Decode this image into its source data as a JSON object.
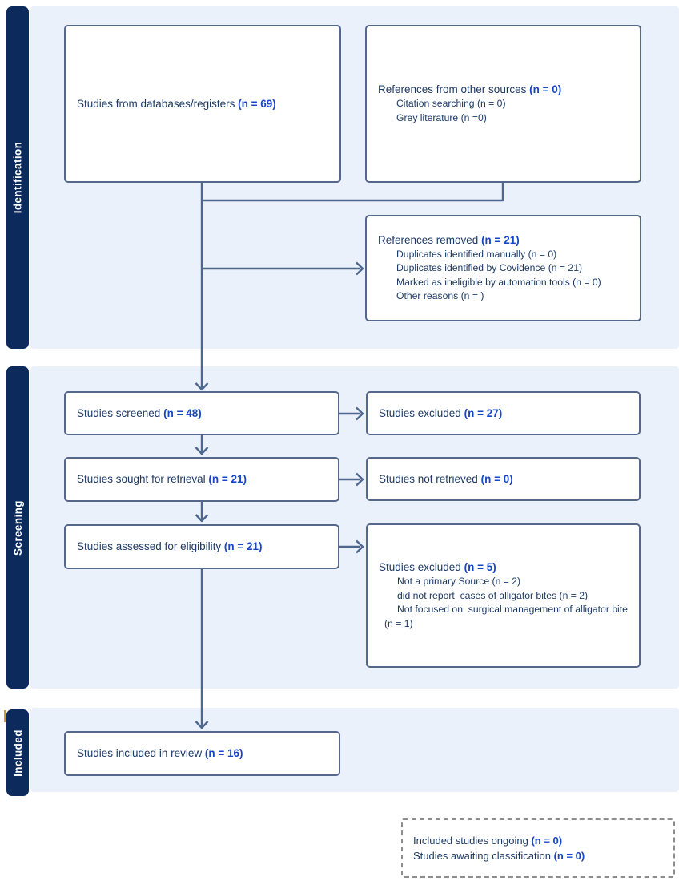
{
  "diagram": {
    "sections": {
      "identification": "Identification",
      "screening": "Screening",
      "included": "Included"
    },
    "boxes": {
      "databases": {
        "label": "Studies from databases/registers ",
        "count": "(n = 69)"
      },
      "other_sources": {
        "label": "References from other sources ",
        "count": "(n = 0)",
        "subs": [
          "Citation searching (n = 0)",
          "Grey literature (n =0)"
        ]
      },
      "references_removed": {
        "label": "References removed ",
        "count": "(n = 21)",
        "subs": [
          "Duplicates identified manually (n = 0)",
          "Duplicates identified by Covidence (n = 21)",
          "Marked as ineligible by automation tools (n = 0)",
          "Other reasons (n = )"
        ]
      },
      "screened": {
        "label": "Studies screened ",
        "count": "(n = 48)"
      },
      "excluded_screened": {
        "label": "Studies excluded ",
        "count": "(n = 27)"
      },
      "sought": {
        "label": "Studies sought for retrieval ",
        "count": "(n = 21)"
      },
      "not_retrieved": {
        "label": "Studies not retrieved ",
        "count": "(n = 0)"
      },
      "assessed": {
        "label": "Studies assessed for eligibility ",
        "count": "(n = 21)"
      },
      "excluded_assessed": {
        "label": "Studies excluded ",
        "count": "(n = 5)",
        "subs": [
          "Not a primary Source (n = 2)",
          "did not report  cases of alligator bites (n = 2)",
          "Not focused on  surgical management of alligator bite (n = 1)"
        ]
      },
      "included_review": {
        "label": "Studies included in review ",
        "count": "(n = 16)"
      },
      "awaiting": {
        "line1_label": "Included studies ongoing ",
        "line1_count": "(n = 0)",
        "line2_label": "Studies awaiting classification ",
        "line2_count": "(n = 0)"
      }
    },
    "colors": {
      "sidebar_navy": "#0c2a5c",
      "band_light_blue": "#eaf1fb",
      "box_border": "#55688c",
      "body_text": "#1d3a66",
      "count_blue": "#1747c9",
      "dashed_border": "#8d8d8d"
    }
  }
}
